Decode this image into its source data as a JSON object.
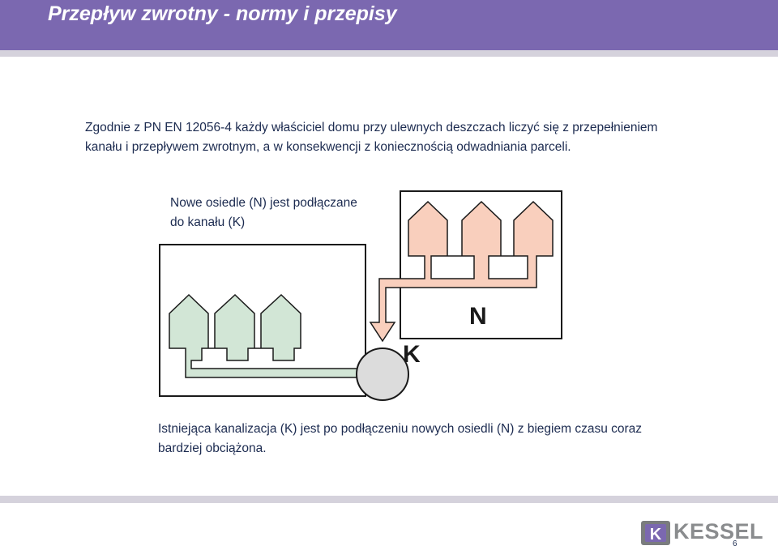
{
  "slide": {
    "title": "Przepływ zwrotny - normy i przepisy",
    "intro_text": "Zgodnie z  PN EN 12056-4 każdy właściciel domu przy ulewnych deszczach liczyć się z przepełnieniem kanału i przepływem zwrotnym, a w konsekwencji z koniecznością odwadniania parceli.",
    "page_number": "6"
  },
  "diagram": {
    "new_settlement_label": "Nowe osiedle (N) jest podłączane do kanału (K)",
    "letter_n": "N",
    "letter_k": "K",
    "colors": {
      "new_houses": "#f9cfbd",
      "existing_houses": "#d2e6d6",
      "sewer": "#dcdcdc",
      "outline": "#1a1a1a"
    }
  },
  "bottom_text": "Istniejąca kanalizacja (K) jest po podłączeniu nowych osiedli (N) z biegiem czasu coraz bardziej obciążona.",
  "logo": {
    "text": "KESSEL",
    "mark_letter": "K",
    "colors": {
      "mark_outer": "#7a7c7e",
      "mark_inner": "#7b68b0",
      "text": "#8a8c8e"
    }
  }
}
